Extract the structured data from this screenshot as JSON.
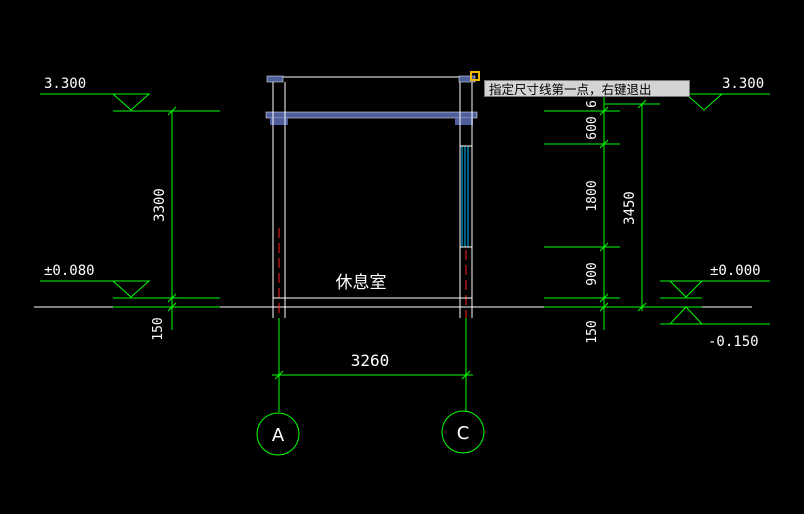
{
  "colors": {
    "background": "#000000",
    "dimension": "#00ff00",
    "structure": "#ffffff",
    "slab": "#4f5f9c",
    "window": "#00bfff",
    "hidden": "#ff2020",
    "tooltip_bg": "#d4d4d4",
    "snap_marker": "#f2b705"
  },
  "elevations": {
    "left_top": "3.300",
    "left_bottom": "±0.080",
    "right_top": "3.300",
    "right_middle": "±0.000",
    "right_bottom": "-0.150"
  },
  "dimensions": {
    "left_height": "3300",
    "left_below": "150",
    "right_total": "3450",
    "right_segments": [
      "6",
      "600",
      "1800",
      "900"
    ],
    "right_below": "150",
    "span": "3260"
  },
  "room_label": "休息室",
  "axes": [
    "A",
    "C"
  ],
  "tooltip": "指定尺寸线第一点，右键退出"
}
